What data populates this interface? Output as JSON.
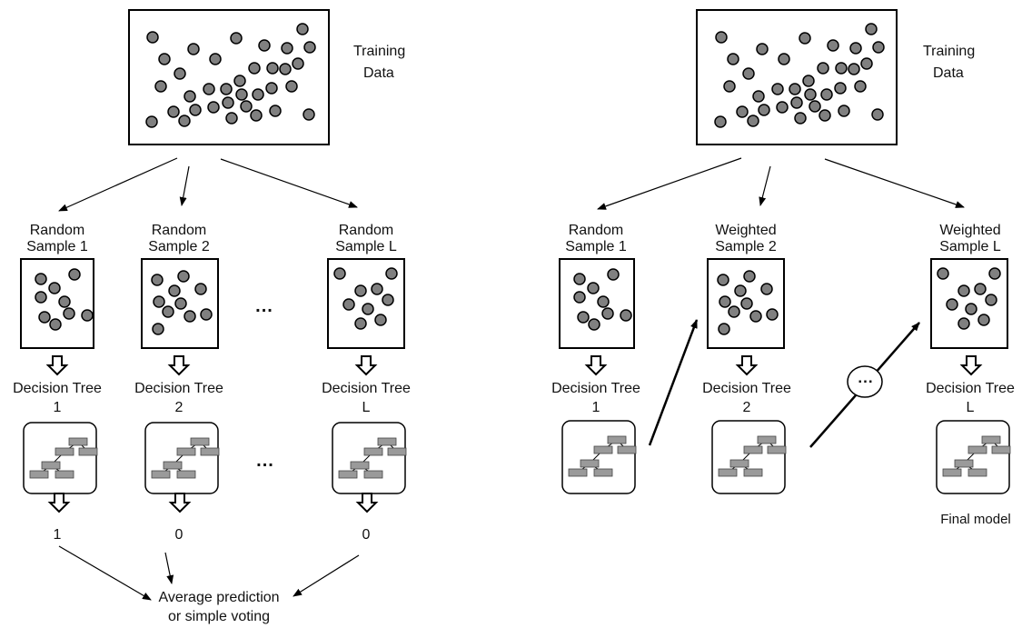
{
  "bagging": {
    "training_label_1": "Training",
    "training_label_2": "Data",
    "samples": [
      {
        "line1": "Random",
        "line2": "Sample 1",
        "tree_line1": "Decision Tree",
        "tree_line2": "1",
        "prediction": "1"
      },
      {
        "line1": "Random",
        "line2": "Sample 2",
        "tree_line1": "Decision Tree",
        "tree_line2": "2",
        "prediction": "0"
      },
      {
        "line1": "Random",
        "line2": "Sample L",
        "tree_line1": "Decision Tree",
        "tree_line2": "L",
        "prediction": "0"
      }
    ],
    "ellipsis": "...",
    "aggregate_line1": "Average prediction",
    "aggregate_line2": "or simple voting"
  },
  "boosting": {
    "training_label_1": "Training",
    "training_label_2": "Data",
    "samples": [
      {
        "line1": "Random",
        "line2": "Sample 1",
        "tree_line1": "Decision Tree",
        "tree_line2": "1"
      },
      {
        "line1": "Weighted",
        "line2": "Sample 2",
        "tree_line1": "Decision Tree",
        "tree_line2": "2"
      },
      {
        "line1": "Weighted",
        "line2": "Sample L",
        "tree_line1": "Decision Tree",
        "tree_line2": "L"
      }
    ],
    "ellipsis": "...",
    "final_label": "Final model"
  },
  "colors": {
    "dot_fill": "#808080",
    "stroke": "#000000",
    "tree_node": "#9a9a9a"
  }
}
